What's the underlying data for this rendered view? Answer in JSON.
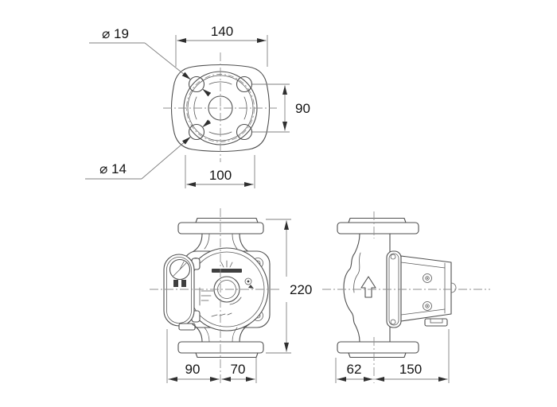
{
  "drawing": {
    "top_view": {
      "width": "140",
      "bolt_spacing_vertical": "90",
      "bolt_spacing_horizontal": "100",
      "hole_large": "⌀ 19",
      "hole_small": "⌀ 14"
    },
    "front_view": {
      "height": "220",
      "width_left": "90",
      "width_right": "70"
    },
    "side_view": {
      "width_left": "62",
      "width_right": "150"
    }
  },
  "icons": {
    "flow_direction": "up-arrow",
    "brand": "crown-wordmark-bar",
    "speed_setting": "three-bars",
    "selector": "dial"
  },
  "colors": {
    "background": "#ffffff",
    "geometry_line": "#4f4f4f",
    "dimension_line": "#7f7f7f",
    "text": "#141414"
  }
}
